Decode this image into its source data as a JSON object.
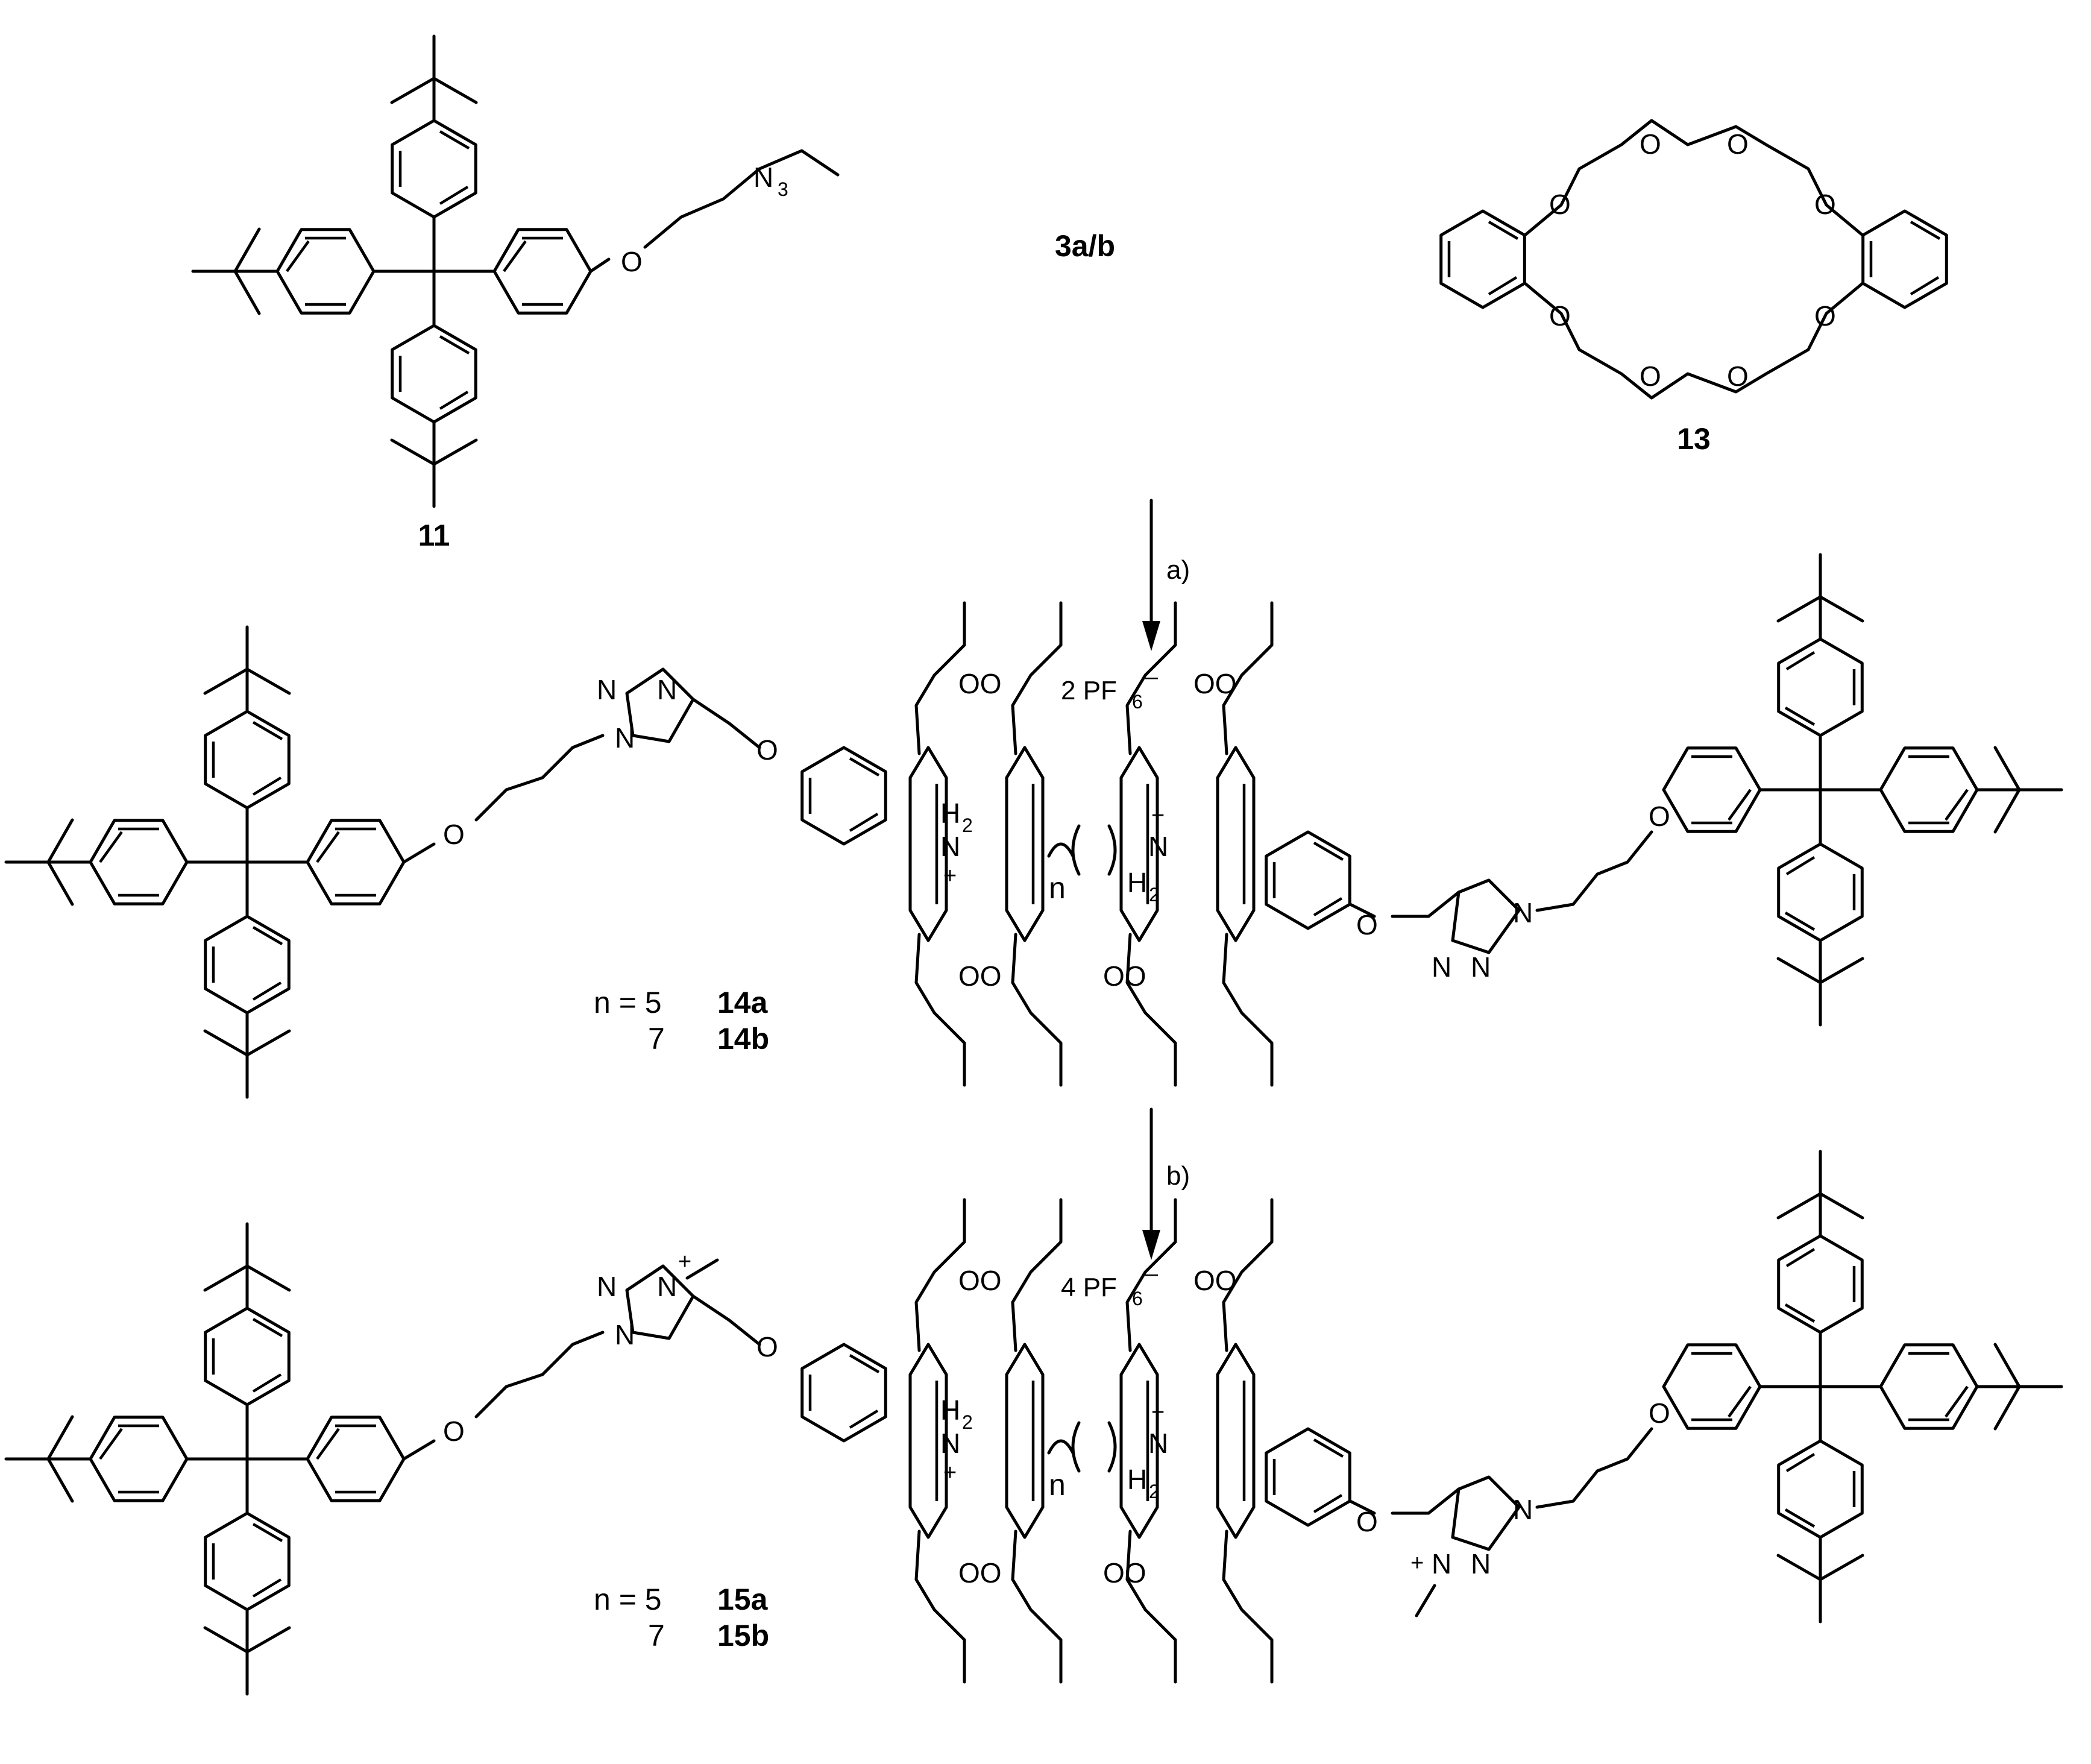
{
  "compounds": {
    "c11": "11",
    "c3ab": "3a/b",
    "c13": "13",
    "c14a": "14a",
    "c14b": "14b",
    "c15a": "15a",
    "c15b": "15b"
  },
  "conditions": {
    "step_a": "a)",
    "step_b": "b)"
  },
  "counterions": {
    "pf6_2": "2 PF",
    "pf6_4": "4 PF",
    "sub6": "6",
    "minus": "–"
  },
  "n_values": {
    "n5": "n = 5",
    "n7": "7",
    "n_symbol": "n"
  },
  "atoms": {
    "O": "O",
    "N": "N",
    "N3": "N",
    "N3_sub": "3",
    "H2": "H",
    "H2_sub": "2",
    "plus": "+",
    "OO": "OO"
  }
}
